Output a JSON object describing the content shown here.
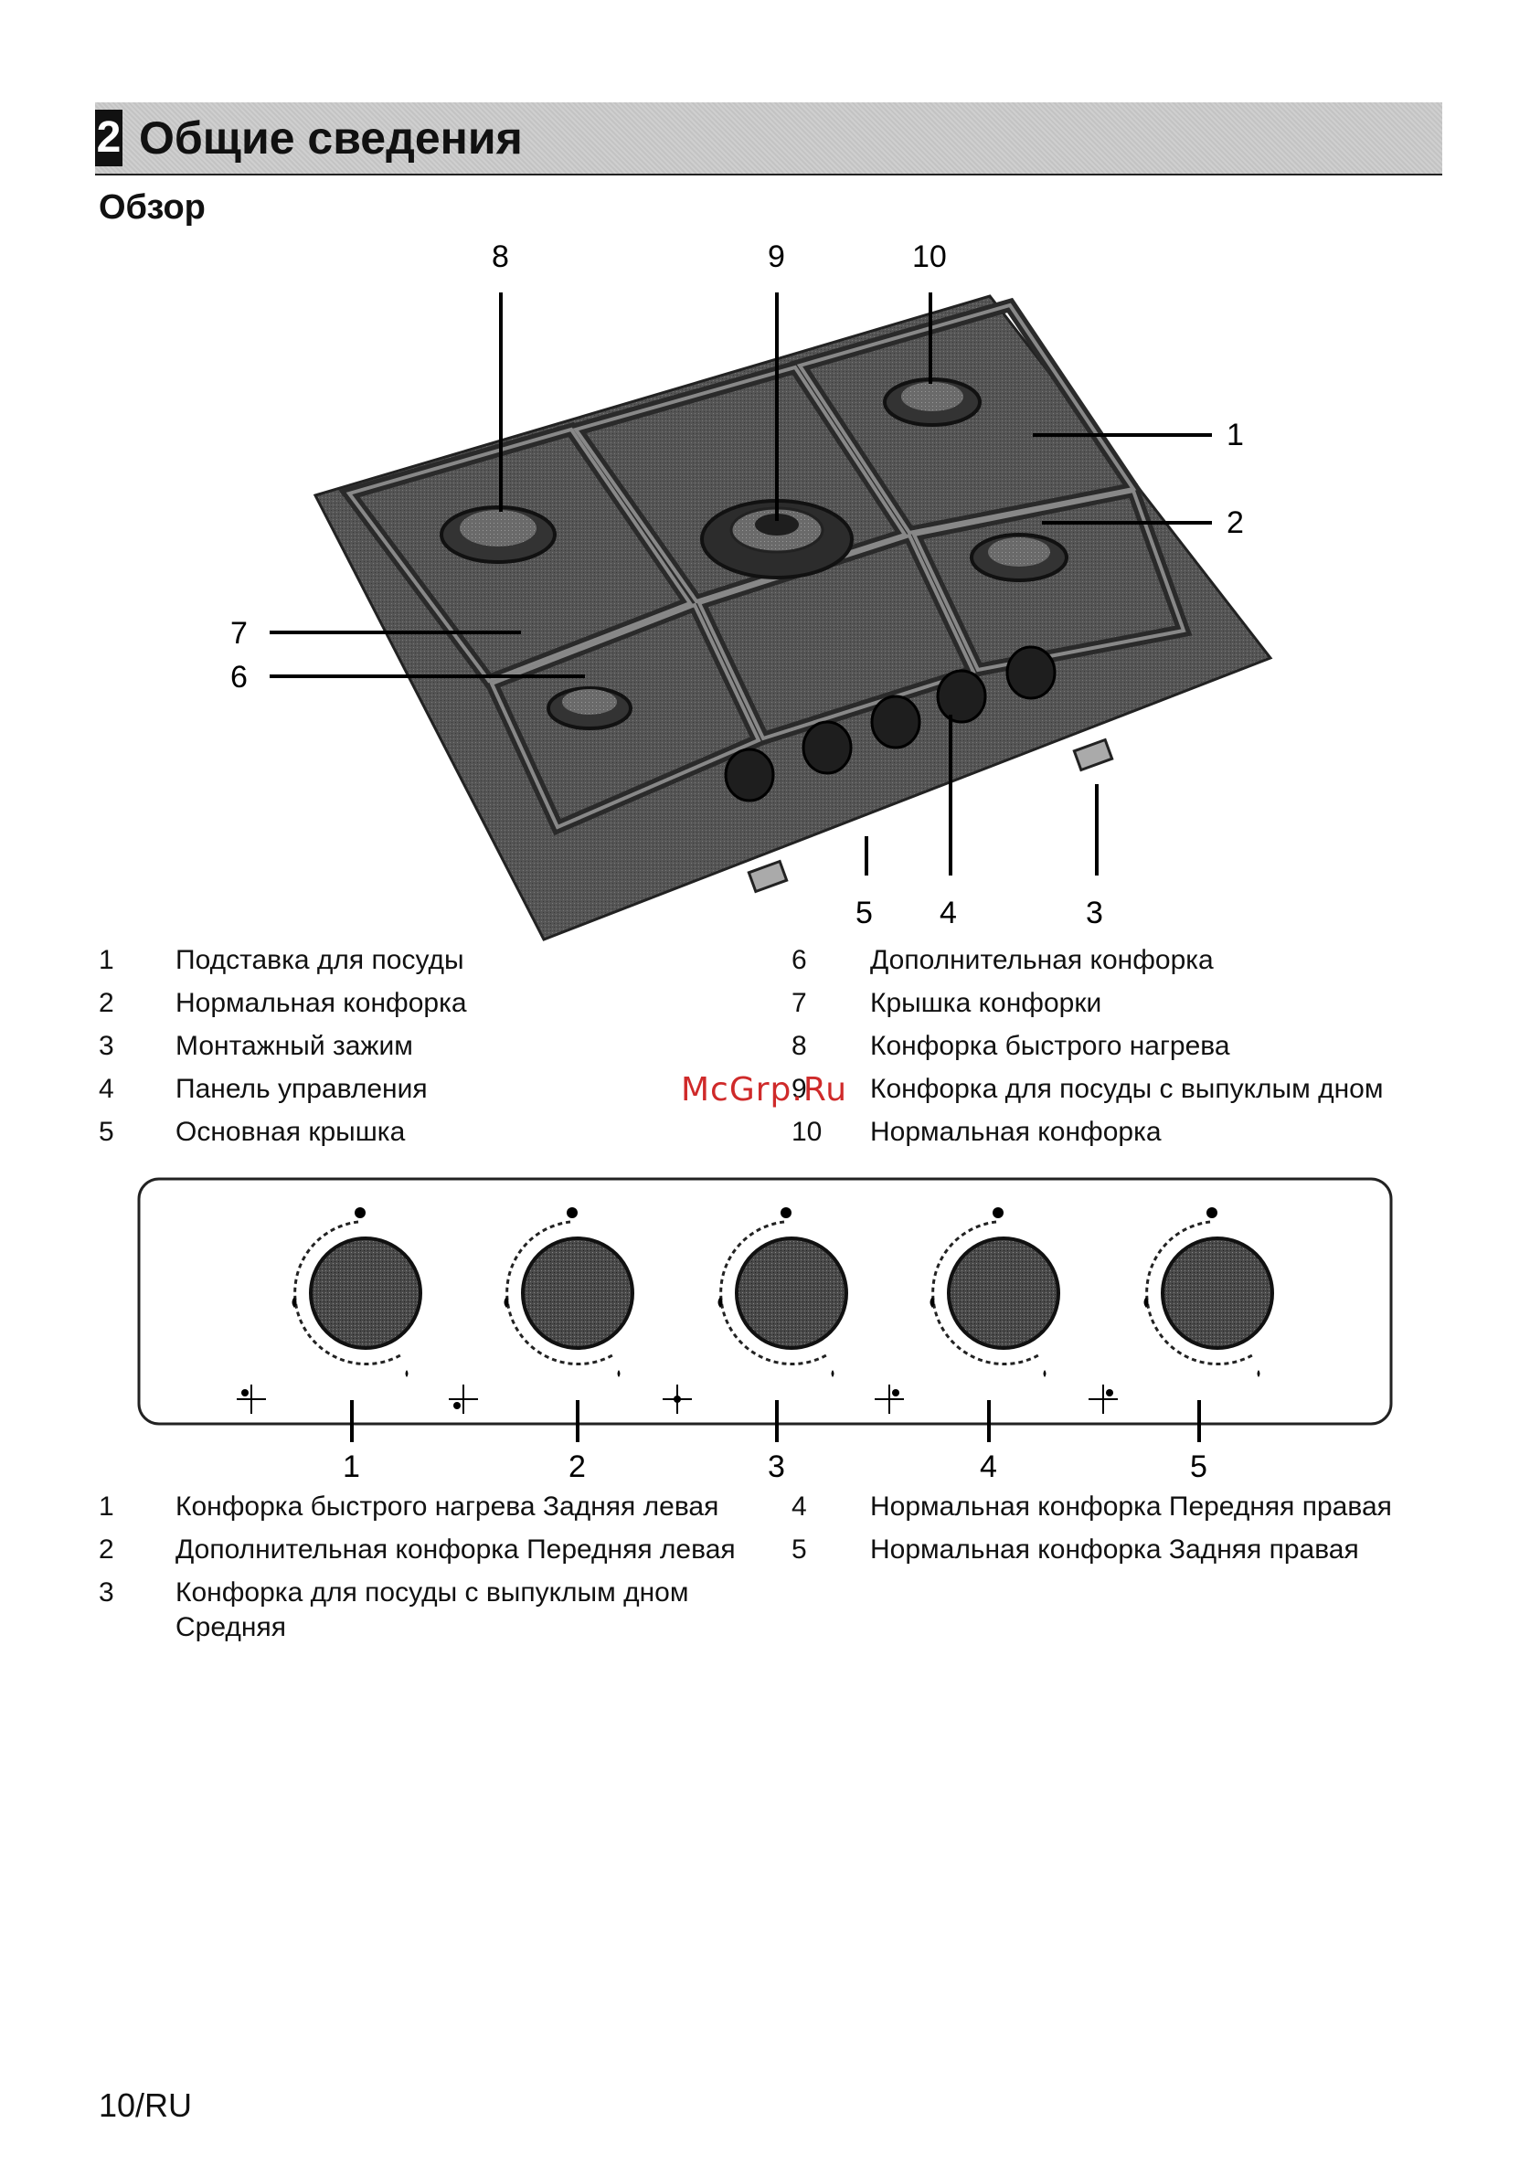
{
  "section": {
    "number": "2",
    "title": "Общие сведения"
  },
  "subtitle": "Обзор",
  "diagram1": {
    "callouts": [
      "8",
      "9",
      "10",
      "1",
      "2",
      "7",
      "6",
      "5",
      "4",
      "3"
    ]
  },
  "legend1": [
    {
      "num": "1",
      "text": "Подставка для посуды"
    },
    {
      "num": "2",
      "text": "Нормальная конфорка"
    },
    {
      "num": "3",
      "text": "Монтажный зажим"
    },
    {
      "num": "4",
      "text": "Панель управления"
    },
    {
      "num": "5",
      "text": "Основная крышка"
    },
    {
      "num": "6",
      "text": "Дополнительная конфорка"
    },
    {
      "num": "7",
      "text": "Крышка конфорки"
    },
    {
      "num": "8",
      "text": "Конфорка быстрого нагрева"
    },
    {
      "num": "9",
      "text": "Конфорка для посуды с выпуклым дном"
    },
    {
      "num": "10",
      "text": "Нормальная конфорка"
    }
  ],
  "watermark": "McGrp.Ru",
  "diagram2": {
    "knob_labels": [
      "1",
      "2",
      "3",
      "4",
      "5"
    ]
  },
  "legend2": [
    {
      "num": "1",
      "text": "Конфорка быстрого нагрева Задняя левая"
    },
    {
      "num": "2",
      "text": "Дополнительная конфорка Передняя левая"
    },
    {
      "num": "3",
      "text": "Конфорка для посуды с выпуклым дном"
    },
    {
      "num": "",
      "text": "Средняя"
    },
    {
      "num": "4",
      "text": "Нормальная конфорка Передняя правая"
    },
    {
      "num": "5",
      "text": "Нормальная конфорка Задняя правая"
    }
  ],
  "footer": "10/RU"
}
